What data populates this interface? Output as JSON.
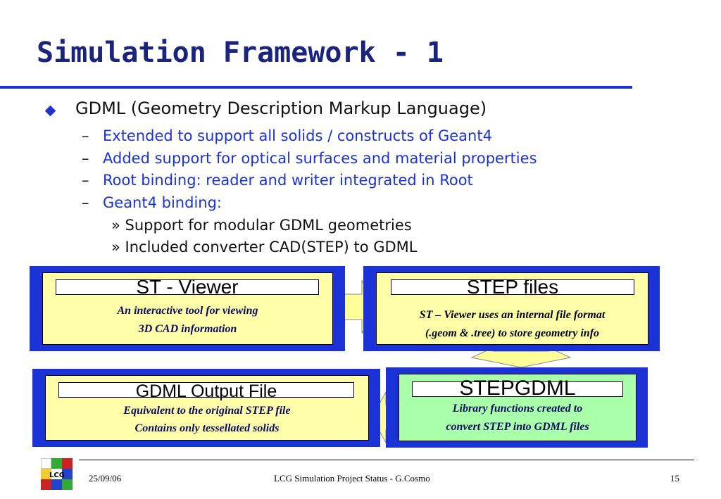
{
  "slide": {
    "title": "Simulation Framework - 1",
    "bullets": {
      "main": "GDML (Geometry Description Markup Language)",
      "subs": [
        "Extended to support all solids / constructs of Geant4",
        "Added support for optical surfaces and material properties",
        "Root binding: reader and writer integrated in Root",
        "Geant4 binding:"
      ],
      "dash": "–",
      "subsubs": [
        "» Support for modular GDML geometries",
        "» Included converter CAD(STEP) to GDML"
      ]
    }
  },
  "diagram": {
    "st_viewer": {
      "title": "ST - Viewer",
      "lines": [
        "An interactive tool for viewing",
        "3D CAD information"
      ]
    },
    "step_files": {
      "title": "STEP files",
      "lines": [
        "ST – Viewer uses an internal file format",
        "(.geom & .tree) to store geometry info"
      ]
    },
    "gdml_output": {
      "title": "GDML Output File",
      "lines": [
        "Equivalent to the original STEP file",
        "Contains only tessellated solids"
      ]
    },
    "stepgdml": {
      "title": "STEPGDML",
      "lines": [
        "Library functions created to",
        "convert STEP into GDML files"
      ]
    }
  },
  "footer": {
    "date": "25/09/06",
    "center": "LCG Simulation Project Status - G.Cosmo",
    "page": "15",
    "logo_text": "LCG"
  },
  "colors": {
    "title": "#1a237e",
    "accent_blue": "#1a32d6",
    "card_yellow": "#ffffaa",
    "card_green": "#aaffaa",
    "arrow_yellow": "#ffff99"
  }
}
